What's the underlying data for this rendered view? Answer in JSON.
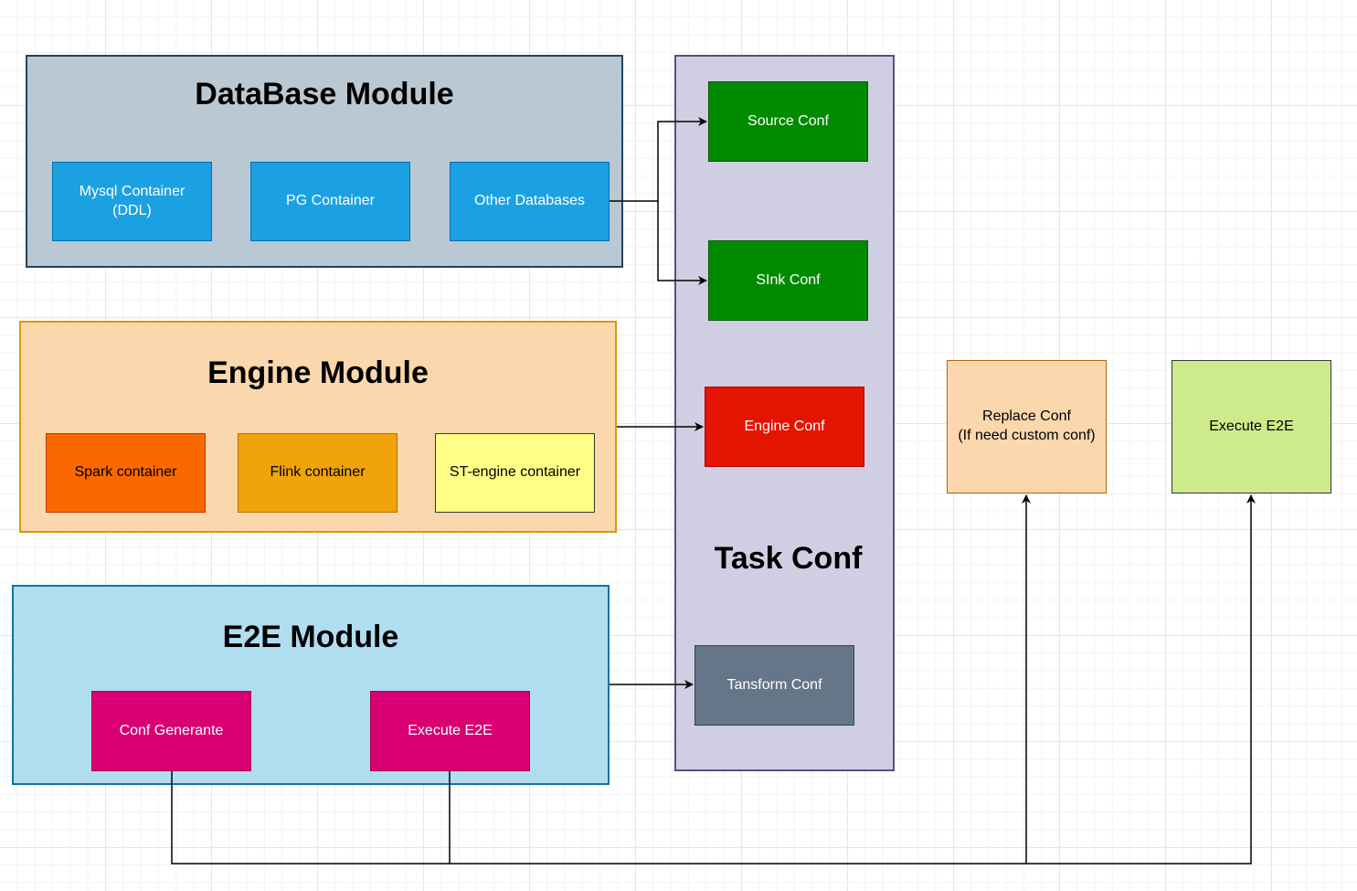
{
  "colors": {
    "db_group_fill": "#bac8d3",
    "db_group_stroke": "#23445d",
    "blue_box_fill": "#1ba1e2",
    "blue_box_stroke": "#006eaf",
    "engine_group_fill": "#fad7ac",
    "engine_group_stroke": "#d79b00",
    "spark_fill": "#fa6800",
    "flink_fill": "#f0a30a",
    "st_engine_fill": "#ffff88",
    "e2e_group_fill": "#b1ddf0",
    "e2e_group_stroke": "#10739e",
    "magenta_fill": "#d80073",
    "task_group_fill": "#d0cee2",
    "task_group_stroke": "#56517e",
    "green_conf_fill": "#008a00",
    "engine_conf_fill": "#e51400",
    "transform_conf_fill": "#647687",
    "replace_conf_fill": "#fad7ac",
    "execute_right_fill": "#cdeb8b"
  },
  "database_module": {
    "title": "DataBase Module",
    "mysql": "Mysql Container\n(DDL)",
    "pg": "PG Container",
    "other": "Other Databases"
  },
  "engine_module": {
    "title": "Engine Module",
    "spark": "Spark container",
    "flink": "Flink container",
    "st_engine": "ST-engine container"
  },
  "e2e_module": {
    "title": "E2E Module",
    "conf_generate": "Conf Generante",
    "execute": "Execute E2E"
  },
  "task_conf": {
    "title": "Task Conf",
    "source": "Source Conf",
    "sink": "SInk Conf",
    "engine": "Engine Conf",
    "transform": "Tansform Conf"
  },
  "replace_conf": "Replace Conf\n(If need custom conf)",
  "execute_e2e_right": "Execute E2E"
}
